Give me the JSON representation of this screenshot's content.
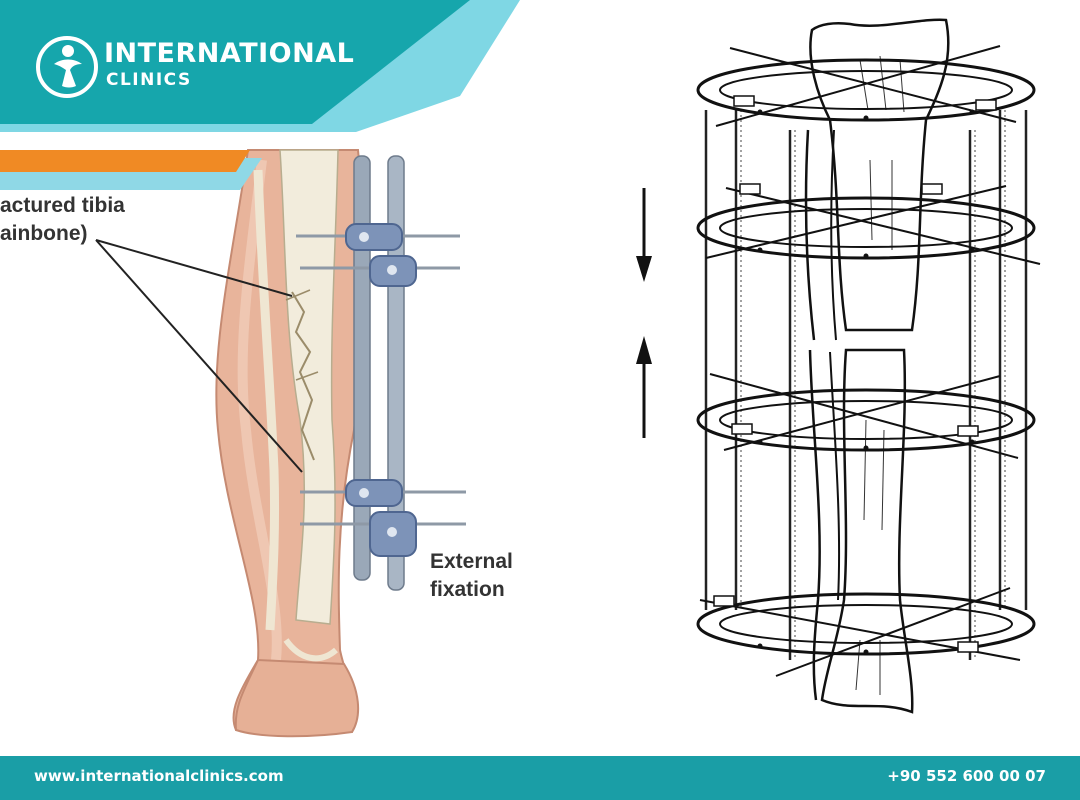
{
  "brand": {
    "name": "INTERNATIONAL",
    "subtitle": "CLINICS",
    "logo_icon": "person-figure-icon"
  },
  "colors": {
    "teal": "#16a6ac",
    "light_cyan": "#7fd7e4",
    "orange": "#f08a24",
    "footer": "#1a9ea6"
  },
  "figure_left": {
    "label_fracture_line1": "actured tibia",
    "label_fracture_line2": "ainbone)",
    "label_fixation_line1": "External",
    "label_fixation_line2": "fixation"
  },
  "footer": {
    "website": "www.internationalclinics.com",
    "phone": "+90 552 600 00 07"
  }
}
